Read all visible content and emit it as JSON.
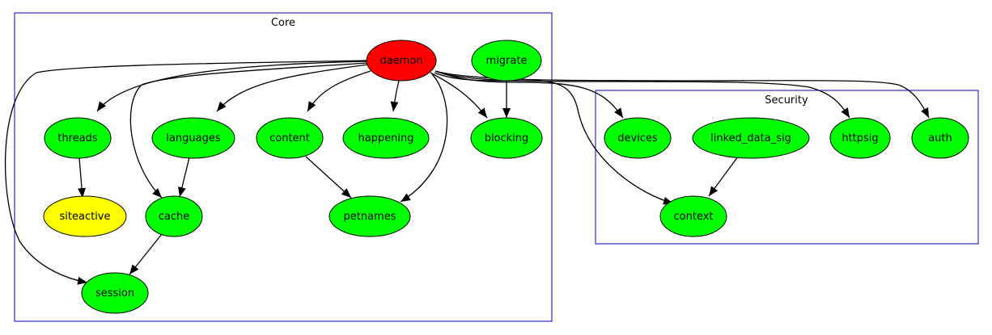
{
  "colors": {
    "cluster_border": "#0000cc",
    "edge": "#000000",
    "node_border": "#000000",
    "red": "#ff0000",
    "green": "#00ff00",
    "yellow": "#ffff00"
  },
  "clusters": {
    "core": "Core",
    "security": "Security"
  },
  "nodes": {
    "daemon": {
      "label": "daemon",
      "fill": "red"
    },
    "migrate": {
      "label": "migrate",
      "fill": "green"
    },
    "threads": {
      "label": "threads",
      "fill": "green"
    },
    "languages": {
      "label": "languages",
      "fill": "green"
    },
    "content": {
      "label": "content",
      "fill": "green"
    },
    "happening": {
      "label": "happening",
      "fill": "green"
    },
    "blocking": {
      "label": "blocking",
      "fill": "green"
    },
    "siteactive": {
      "label": "siteactive",
      "fill": "yellow"
    },
    "cache": {
      "label": "cache",
      "fill": "green"
    },
    "petnames": {
      "label": "petnames",
      "fill": "green"
    },
    "session": {
      "label": "session",
      "fill": "green"
    },
    "devices": {
      "label": "devices",
      "fill": "green"
    },
    "linked_data_sig": {
      "label": "linked_data_sig",
      "fill": "green"
    },
    "httpsig": {
      "label": "httpsig",
      "fill": "green"
    },
    "auth": {
      "label": "auth",
      "fill": "green"
    },
    "context": {
      "label": "context",
      "fill": "green"
    }
  },
  "edges": [
    {
      "from": "daemon",
      "to": "threads"
    },
    {
      "from": "daemon",
      "to": "languages"
    },
    {
      "from": "daemon",
      "to": "cache"
    },
    {
      "from": "daemon",
      "to": "session"
    },
    {
      "from": "daemon",
      "to": "content"
    },
    {
      "from": "daemon",
      "to": "happening"
    },
    {
      "from": "daemon",
      "to": "petnames"
    },
    {
      "from": "daemon",
      "to": "blocking"
    },
    {
      "from": "daemon",
      "to": "devices"
    },
    {
      "from": "daemon",
      "to": "context"
    },
    {
      "from": "daemon",
      "to": "httpsig"
    },
    {
      "from": "daemon",
      "to": "auth"
    },
    {
      "from": "migrate",
      "to": "blocking"
    },
    {
      "from": "threads",
      "to": "siteactive"
    },
    {
      "from": "languages",
      "to": "cache"
    },
    {
      "from": "cache",
      "to": "session"
    },
    {
      "from": "content",
      "to": "petnames"
    },
    {
      "from": "linked_data_sig",
      "to": "context"
    }
  ]
}
